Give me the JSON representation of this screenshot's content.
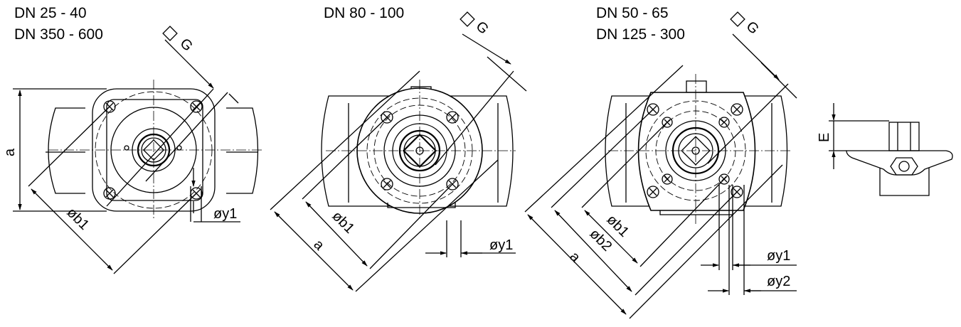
{
  "views": [
    {
      "headings": [
        "DN 25 - 40",
        "DN 350 - 600"
      ],
      "labels": {
        "g": "G",
        "a": "a",
        "b1": "øb1",
        "y1": "øy1"
      }
    },
    {
      "headings": [
        "DN 80 - 100"
      ],
      "labels": {
        "g": "G",
        "a": "a",
        "b1": "øb1",
        "y1": "øy1"
      }
    },
    {
      "headings": [
        "DN 50 - 65",
        "DN 125 - 300"
      ],
      "labels": {
        "g": "G",
        "a": "a",
        "b1": "øb1",
        "b2": "øb2",
        "y1": "øy1",
        "y2": "øy2"
      }
    },
    {
      "headings": [],
      "labels": {
        "e": "E"
      }
    }
  ]
}
